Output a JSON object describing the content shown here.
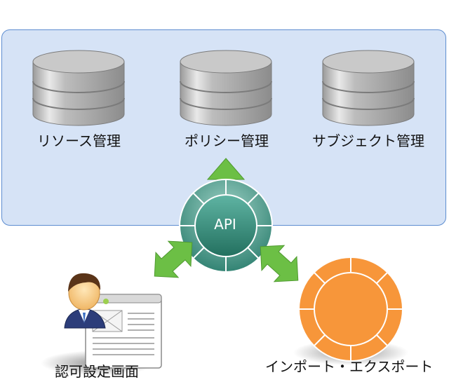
{
  "databases": [
    {
      "label": "リソース管理"
    },
    {
      "label": "ポリシー管理"
    },
    {
      "label": "サブジェクト管理"
    }
  ],
  "api": {
    "label": "API"
  },
  "auth_screen": {
    "label": "認可設定画面"
  },
  "import_export": {
    "label": "インポート・エクスポート"
  },
  "colors": {
    "panel_fill": "#d6e3f6",
    "panel_border": "#5d8dd0",
    "arrow_green": "#6cbf45",
    "api_teal": "#2e8a7a",
    "orange": "#f7963a"
  }
}
